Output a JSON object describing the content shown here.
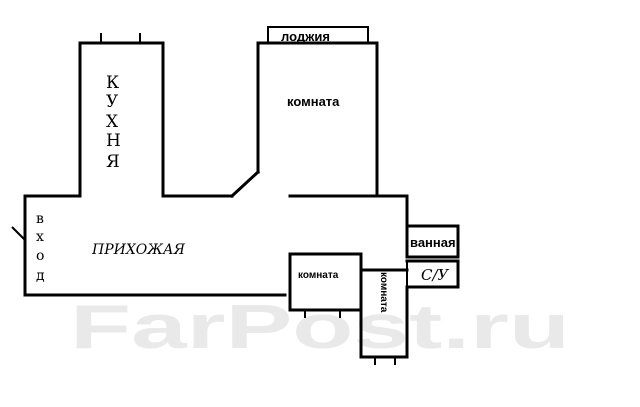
{
  "plan": {
    "rooms": {
      "loggia": "лоджия",
      "room_main": "комната",
      "kitchen": "КУХНЯ",
      "hall": "ПРИХОЖАЯ",
      "entrance": "вход",
      "bathroom": "ванная",
      "wc": "С/У",
      "room_small": "комната",
      "room_vertical": "комната"
    },
    "watermark": "FarPost.ru"
  }
}
